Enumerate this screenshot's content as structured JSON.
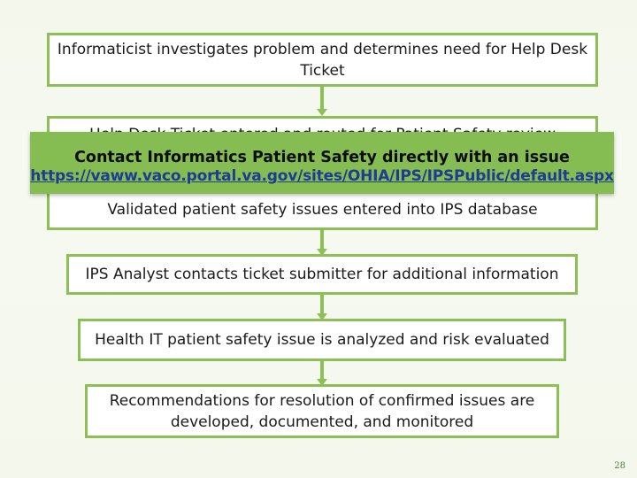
{
  "flow": {
    "steps": [
      "Informaticist investigates problem and determines need for Help Desk Ticket",
      "Help Desk Ticket entered and routed for Patient Safety review",
      "Validated patient safety issues entered into IPS database",
      "IPS Analyst contacts ticket submitter for additional information",
      "Health IT patient safety issue is analyzed and risk evaluated",
      "Recommendations for resolution of confirmed issues are developed, documented, and monitored"
    ]
  },
  "callout": {
    "heading": "Contact Informatics Patient Safety directly with an issue",
    "link": "https://vaww.vaco.portal.va.gov/sites/OHIA/IPS/IPSPublic/default.aspx"
  },
  "page_number": "28",
  "colors": {
    "box_border": "#8cbf55",
    "callout_bg": "#86bd52",
    "link": "#1f3c93"
  }
}
